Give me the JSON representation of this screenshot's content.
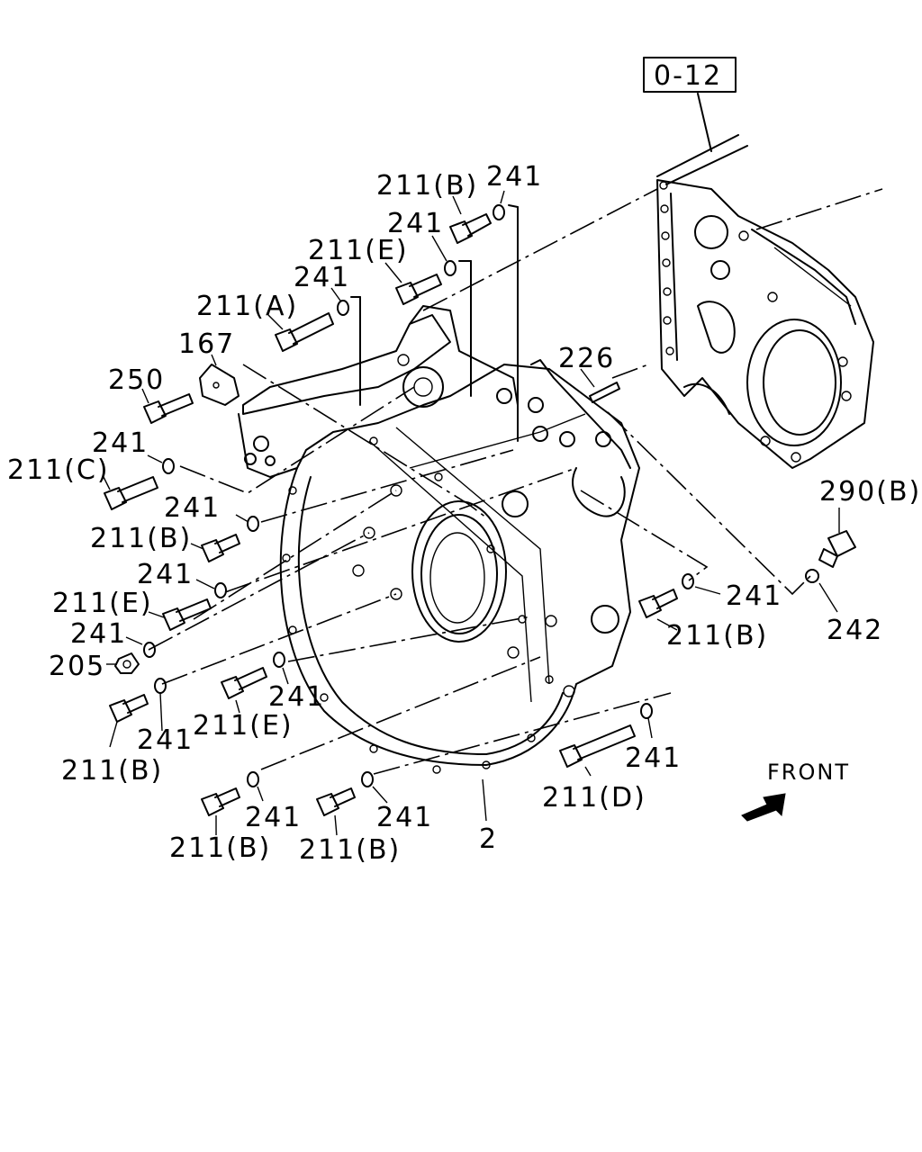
{
  "reference_box": "0-12",
  "direction_label": "FRONT",
  "labels": {
    "l_211b_top": "211(B)",
    "l_241_top": "241",
    "l_241_b": "241",
    "l_211e_top": "211(E)",
    "l_241_c": "241",
    "l_211a": "211(A)",
    "l_167": "167",
    "l_250": "250",
    "l_226": "226",
    "l_241_d": "241",
    "l_211c": "211(C)",
    "l_241_e": "241",
    "l_211b_mid": "211(B)",
    "l_241_f": "241",
    "l_211e_mid": "211(E)",
    "l_241_g": "241",
    "l_205": "205",
    "l_290b": "290(B)",
    "l_241_h": "241",
    "l_211b_right": "211(B)",
    "l_242": "242",
    "l_241_i": "241",
    "l_211e_low": "211(E)",
    "l_241_j": "241",
    "l_211b_low": "211(B)",
    "l_241_k": "241",
    "l_211d": "211(D)",
    "l_241_l": "241",
    "l_211b_b1": "211(B)",
    "l_241_m": "241",
    "l_211b_b2": "211(B)",
    "l_2": "2"
  }
}
